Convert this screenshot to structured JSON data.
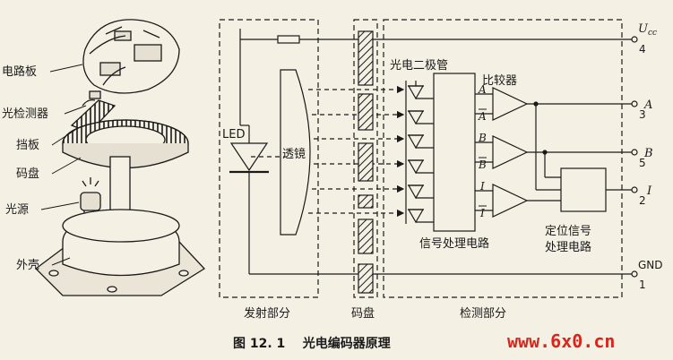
{
  "exploded_view": {
    "labels": {
      "circuit_board": "电路板",
      "photo_detector": "光检测器",
      "baffle": "挡板",
      "code_disc": "码盘",
      "light_source": "光源",
      "housing": "外壳"
    }
  },
  "schematic": {
    "emitter_section": "发射部分",
    "led": "LED",
    "lens": "透镜",
    "code_disc": "码盘",
    "detector_section": "检测部分",
    "photodiodes": "光电二极管",
    "comparators": "比较器",
    "signal_processing": "信号处理电路",
    "positioning_line1": "定位信号",
    "positioning_line2": "处理电路",
    "signals": {
      "a": "A",
      "a_bar": "A",
      "b": "B",
      "b_bar": "B",
      "i": "I",
      "i_bar": "I"
    },
    "outputs": {
      "ucc": "U",
      "ucc_sub": "cc",
      "pin4": "4",
      "a": "A",
      "pin3": "3",
      "b": "B",
      "pin5": "5",
      "i": "I",
      "pin2": "2",
      "gnd": "GND",
      "pin1": "1"
    }
  },
  "caption": "图 12. 1    光电编码器原理",
  "watermark": "www.6x0.cn",
  "colors": {
    "ink": "#1a1a1a",
    "paper": "#f5f0e4",
    "watermark_red": "#d9261c"
  }
}
